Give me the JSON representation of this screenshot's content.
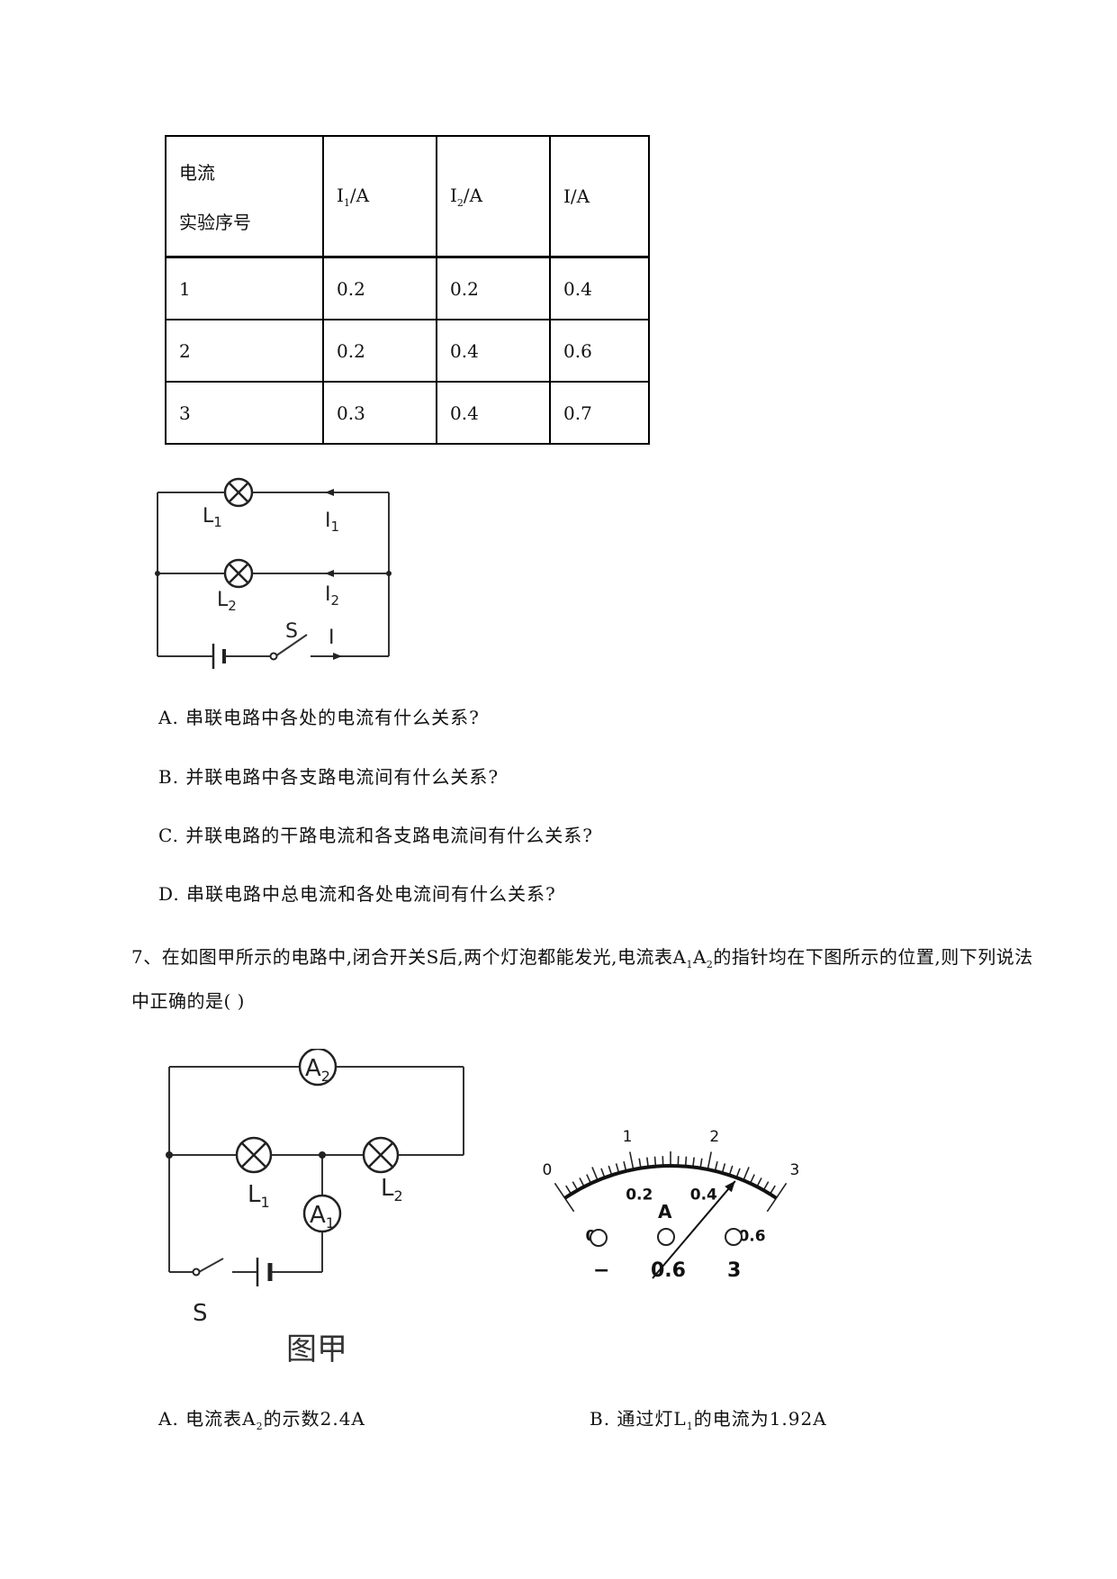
{
  "table": {
    "header": {
      "row_label_top": "电流",
      "row_label_bottom": "实验序号",
      "col1": "I",
      "col1_sub": "1",
      "col1_unit": "/A",
      "col2": "I",
      "col2_sub": "2",
      "col2_unit": "/A",
      "col3": "I/A"
    },
    "rows": [
      {
        "n": "1",
        "i1": "0.2",
        "i2": "0.2",
        "i": "0.4"
      },
      {
        "n": "2",
        "i1": "0.2",
        "i2": "0.4",
        "i": "0.6"
      },
      {
        "n": "3",
        "i1": "0.3",
        "i2": "0.4",
        "i": "0.7"
      }
    ]
  },
  "circuit1": {
    "l1": "L",
    "l1_sub": "1",
    "l2": "L",
    "l2_sub": "2",
    "i1": "I",
    "i1_sub": "1",
    "i2": "I",
    "i2_sub": "2",
    "s": "S",
    "i": "I"
  },
  "options6": {
    "a": "A. 串联电路中各处的电流有什么关系?",
    "b": "B. 并联电路中各支路电流间有什么关系?",
    "c": "C. 并联电路的干路电流和各支路电流间有什么关系?",
    "d": "D. 串联电路中总电流和各处电流间有什么关系?"
  },
  "question7": {
    "part1": "7、在如图甲所示的电路中,闭合开关S后,两个灯泡都能发光,电流表A",
    "sub1": "1",
    "part2": "A",
    "sub2": "2",
    "part3": "的指针均在下图所示的位置,则下列说法中正确的是(  )"
  },
  "circuit2": {
    "a2": "A",
    "a2_sub": "2",
    "a1": "A",
    "a1_sub": "1",
    "l1": "L",
    "l1_sub": "1",
    "l2": "L",
    "l2_sub": "2",
    "s": "S",
    "caption": "图甲"
  },
  "meter": {
    "top_scale": [
      "0",
      "1",
      "2",
      "3"
    ],
    "bottom_scale": [
      "0",
      "0.2",
      "0.4",
      "0.6"
    ],
    "unit": "A",
    "terminals": [
      "−",
      "0.6",
      "3"
    ],
    "needle_fraction": 0.8
  },
  "options7": {
    "a_pre": "A. 电流表A",
    "a_sub": "2",
    "a_post": "的示数2.4A",
    "b_pre": "B. 通过灯L",
    "b_sub": "1",
    "b_post": "的电流为1.92A"
  }
}
